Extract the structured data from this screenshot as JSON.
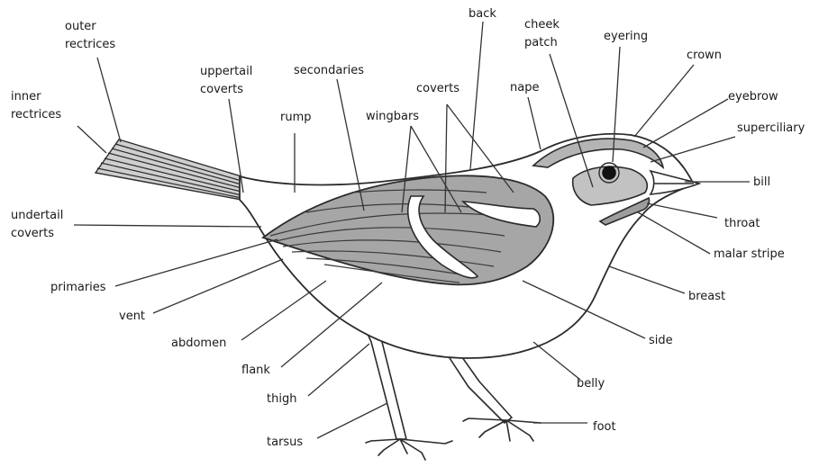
{
  "colors": {
    "outline": "#2b2b2b",
    "wing_fill": "#a6a6a6",
    "head_stripe_fill": "#b4b4b4",
    "leader_line": "#333333",
    "label_text": "#1a1a1a",
    "background": "#ffffff"
  },
  "labels": {
    "outer_rectrices": "outer\nrectrices",
    "inner_rectrices": "inner\nrectrices",
    "uppertail_coverts": "uppertail\ncoverts",
    "rump": "rump",
    "secondaries": "secondaries",
    "wingbars": "wingbars",
    "coverts": "coverts",
    "back": "back",
    "cheek_patch": "cheek\npatch",
    "nape": "nape",
    "eyering": "eyering",
    "crown": "crown",
    "eyebrow": "eyebrow",
    "superciliary": "superciliary",
    "bill": "bill",
    "throat": "throat",
    "malar_stripe": "malar stripe",
    "breast": "breast",
    "side": "side",
    "belly": "belly",
    "foot": "foot",
    "tarsus": "tarsus",
    "thigh": "thigh",
    "flank": "flank",
    "abdomen": "abdomen",
    "vent": "vent",
    "primaries": "primaries",
    "undertail_coverts": "undertail\ncoverts"
  }
}
